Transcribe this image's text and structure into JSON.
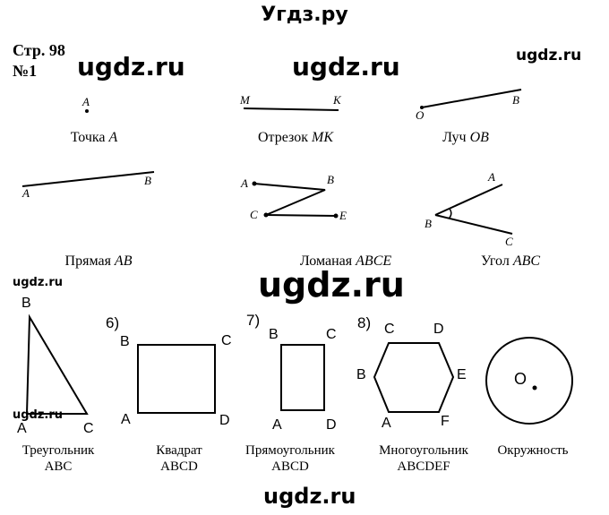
{
  "header": {
    "site_title": "Угдз.ру"
  },
  "page_ref": {
    "page": "Стр. 98",
    "task": "№1"
  },
  "watermarks": [
    "ugdz.ru",
    "ugdz.ru",
    "ugdz.ru",
    "ugdz.ru",
    "ugdz.ru",
    "ugdz.ru",
    "ugdz.ru"
  ],
  "row1": {
    "point": {
      "caption": "Точка",
      "caption_italic": "A",
      "label": "A"
    },
    "segment": {
      "caption": "Отрезок",
      "caption_italic": "MK",
      "label_start": "M",
      "label_end": "K"
    },
    "ray": {
      "caption": "Луч",
      "caption_italic": "OB",
      "label_start": "O",
      "label_end": "B"
    }
  },
  "row2": {
    "line": {
      "caption": "Прямая",
      "caption_italic": "AB",
      "label_start": "A",
      "label_end": "B"
    },
    "polyline": {
      "caption": "Ломаная",
      "caption_italic": "ABCE",
      "labels": [
        "A",
        "B",
        "C",
        "E"
      ]
    },
    "angle": {
      "caption": "Угол",
      "caption_italic": "ABC",
      "labels": [
        "A",
        "B",
        "C"
      ]
    }
  },
  "row3": {
    "triangle": {
      "caption_line1": "Треугольник",
      "caption_line2": "ABC",
      "labels": [
        "B",
        "A",
        "C"
      ]
    },
    "square": {
      "number": "6)",
      "caption_line1": "Квадрат",
      "caption_line2": "ABCD",
      "labels": [
        "B",
        "C",
        "A",
        "D"
      ]
    },
    "rectangle": {
      "number": "7)",
      "caption_line1": "Прямоугольник",
      "caption_line2": "ABCD",
      "labels": [
        "B",
        "C",
        "A",
        "D"
      ]
    },
    "polygon": {
      "number": "8)",
      "caption_line1": "Многоугольник",
      "caption_line2": "ABCDEF",
      "labels": [
        "C",
        "D",
        "B",
        "E",
        "A",
        "F"
      ]
    },
    "circle": {
      "caption_line1": "Окружность",
      "center_label": "O"
    }
  }
}
